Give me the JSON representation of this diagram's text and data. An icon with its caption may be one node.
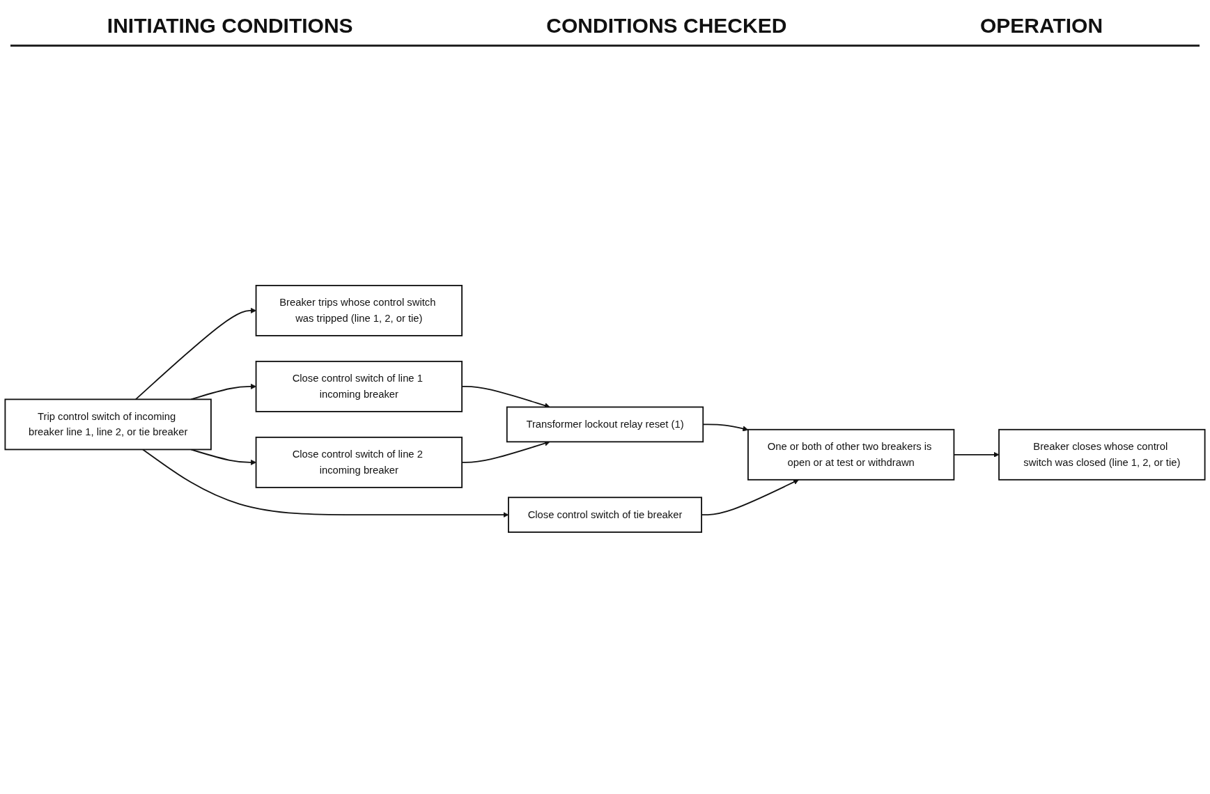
{
  "diagram": {
    "nodes": [
      {
        "text": [
          "Trip control switch of incoming breaker line 1, line 2, or tie breaker"
        ]
      },
      {
        "text": [
          "Breaker trips whose control switch was tripped (line 1, 2, or tie)"
        ]
      },
      {
        "text": [
          "Close control switch of line 1 incoming breaker"
        ]
      },
      {
        "text": [
          "Close control switch of line 2 incoming breaker"
        ]
      },
      {
        "text": [
          "Transformer lockout relay reset (1)"
        ]
      },
      {
        "text": [
          "Close control switch of tie breaker"
        ]
      },
      {
        "text": [
          "One or both of other two breakers is open or at test or withdrawn"
        ]
      },
      {
        "text": [
          "Breaker closes whose control switch was closed (line 1, 2, or tie)"
        ]
      }
    ],
    "edges": [
      {
        "from": 0,
        "to": 1,
        "arrow": "to"
      },
      {
        "from": 0,
        "to": 2,
        "arrow": "to"
      },
      {
        "from": 0,
        "to": 3,
        "arrow": "to"
      },
      {
        "from": 0,
        "to": 5,
        "arrow": "to"
      },
      {
        "from": 2,
        "to": 4,
        "arrow": "to"
      },
      {
        "from": 3,
        "to": 4,
        "arrow": "to"
      },
      {
        "from": 4,
        "to": 6,
        "arrow": "to"
      },
      {
        "from": 5,
        "to": 6,
        "arrow": "to"
      },
      {
        "from": 6,
        "to": 7,
        "arrow": "to"
      }
    ],
    "labels": [
      "INITIATING CONDITIONS",
      "CONDITIONS CHECKED",
      "OPERATION"
    ]
  }
}
